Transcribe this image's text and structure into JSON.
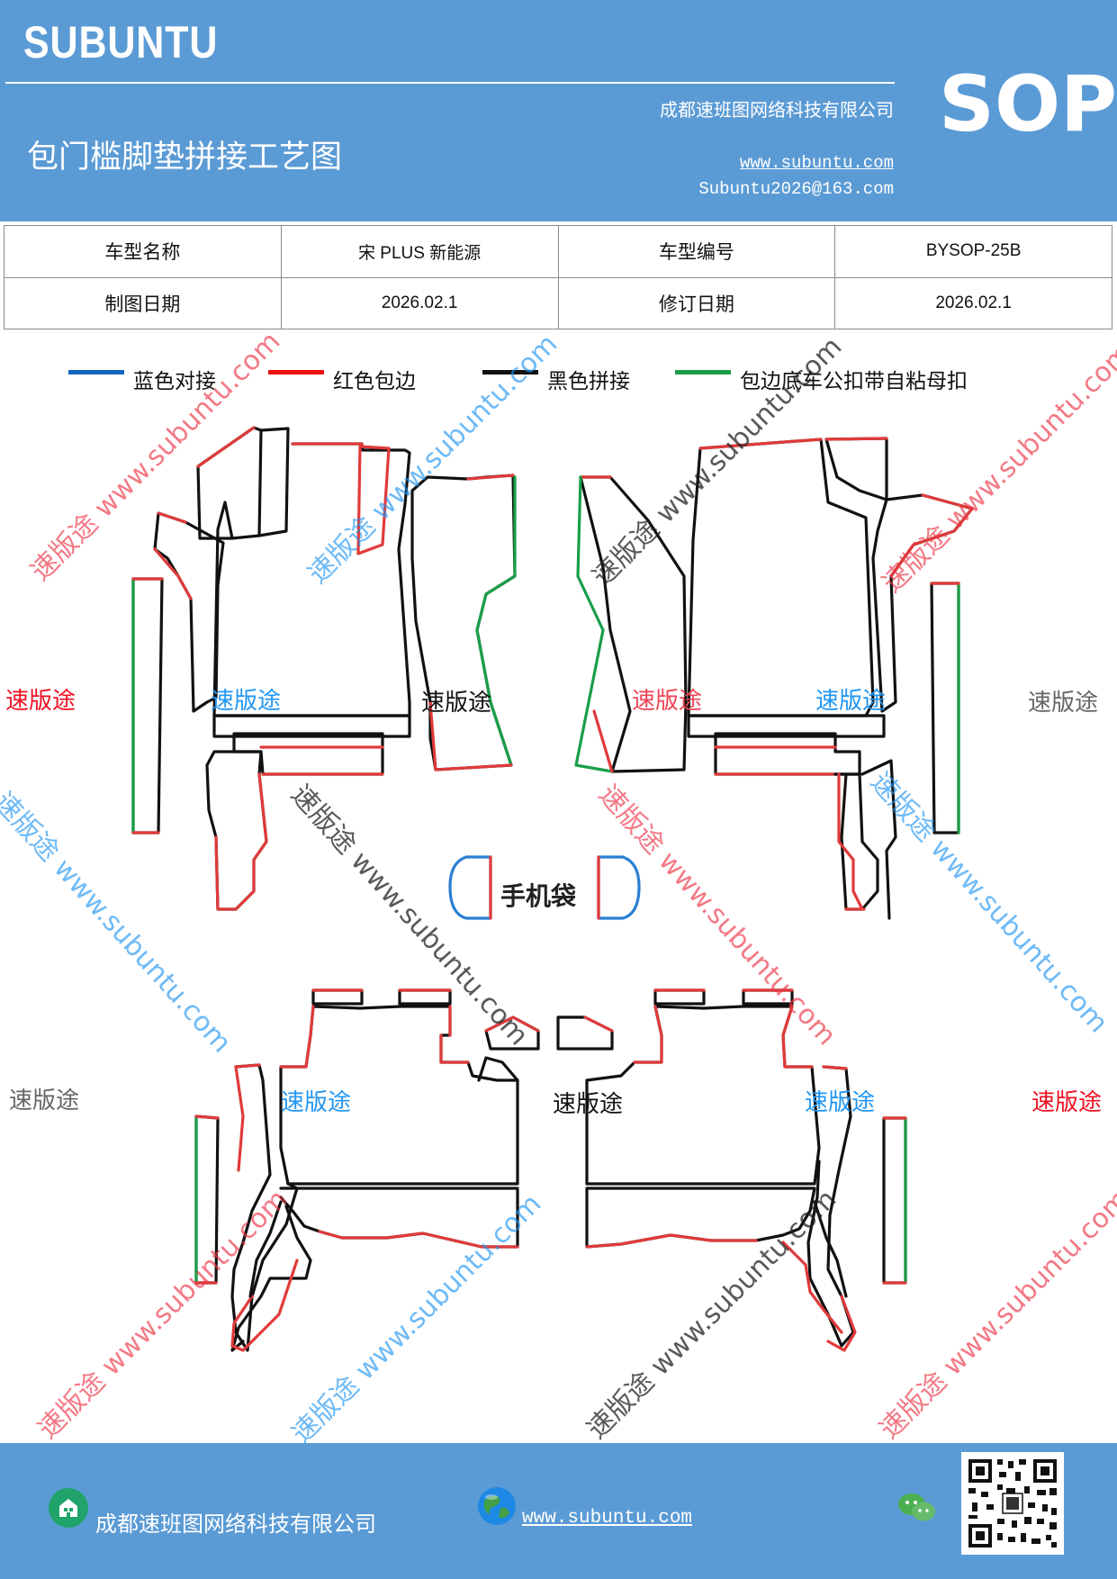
{
  "header": {
    "brand": "SUBUNTU",
    "company": "成都速班图网络科技有限公司",
    "title": "包门槛脚垫拼接工艺图",
    "website": "www.subuntu.com",
    "email": "Subuntu2026@163.com",
    "badge": "SOP"
  },
  "info": {
    "model_name_label": "车型名称",
    "model_name": "宋 PLUS 新能源",
    "model_code_label": "车型编号",
    "model_code": "BYSOP-25B",
    "draw_date_label": "制图日期",
    "draw_date": "2026.02.1",
    "revise_date_label": "修订日期",
    "revise_date": "2026.02.1"
  },
  "legend": [
    {
      "label": "蓝色对接",
      "color": "#1565c0"
    },
    {
      "label": "红色包边",
      "color": "#ee1111"
    },
    {
      "label": "黑色拼接",
      "color": "#111111"
    },
    {
      "label": "包边底车公扣带自粘母扣",
      "color": "#1a9e4a"
    }
  ],
  "colors": {
    "blue": "#2a7fd4",
    "red": "#e03a3a",
    "black": "#111111",
    "green": "#1a9e4a",
    "header_bg": "#5b9bd5"
  },
  "labels": {
    "brand_mark": "速版途",
    "phone_pocket": "手机袋",
    "watermark": "速版途 www.subuntu.com",
    "watermark_url": "www.subuntu.com"
  },
  "footer": {
    "company": "成都速班图网络科技有限公司",
    "website": "www.subuntu.com"
  },
  "icons": [
    "building-icon",
    "globe-icon",
    "wechat-icon",
    "qr-code"
  ]
}
